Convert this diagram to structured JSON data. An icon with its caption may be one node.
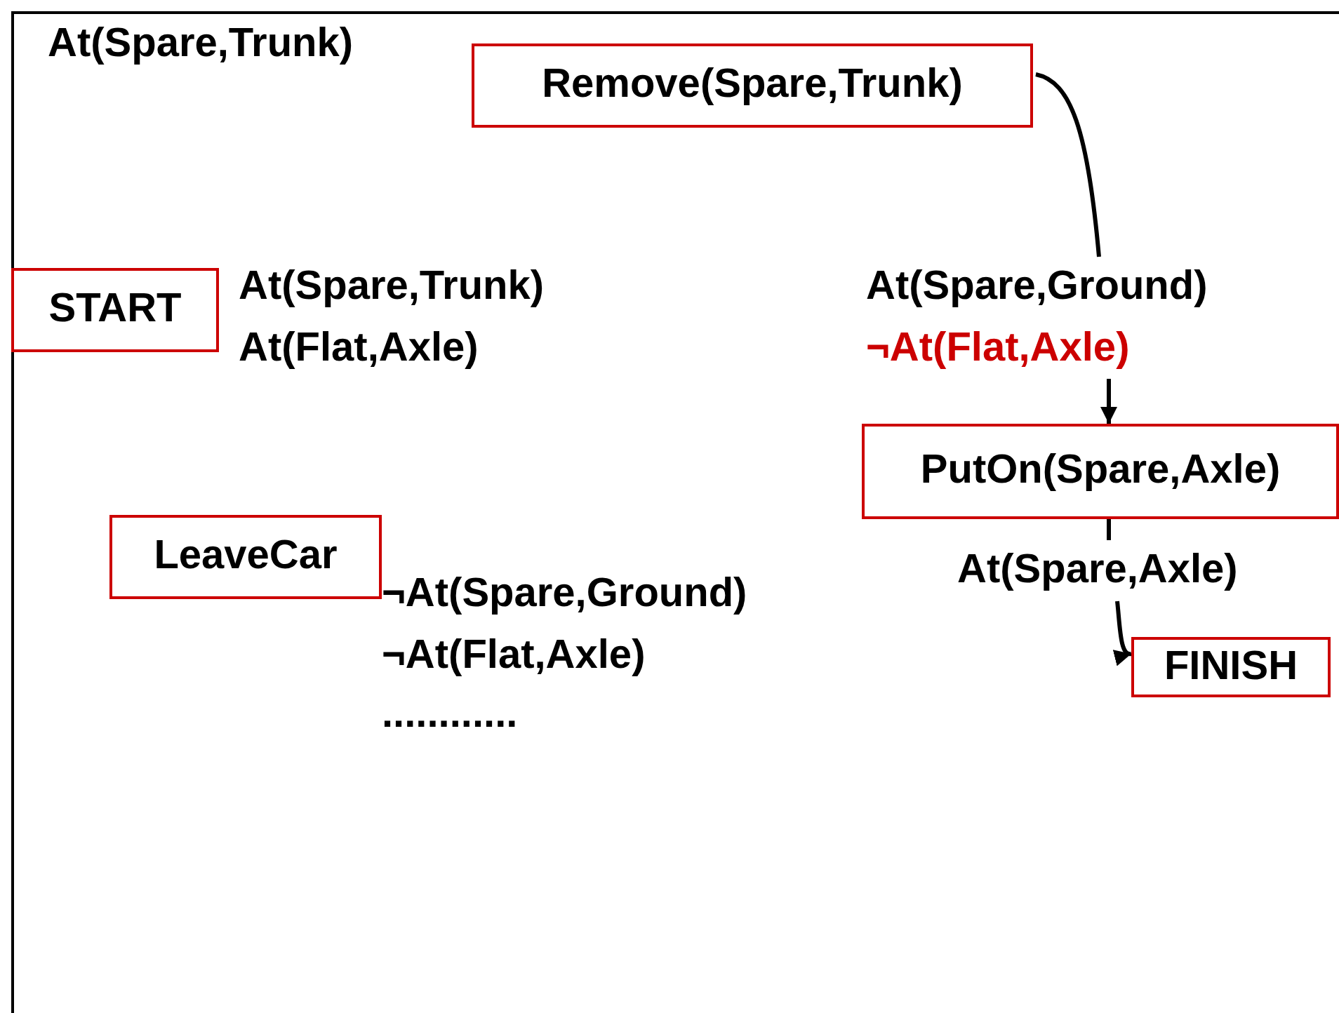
{
  "diagram": {
    "nodes": [
      {
        "text": [
          "Remove(Spare,Trunk)"
        ]
      },
      {
        "text": [
          "START"
        ]
      },
      {
        "text": [
          "At(Spare,Ground)",
          "¬At(Flat,Axle)"
        ]
      },
      {
        "text": [
          "PutOn(Spare,Axle)"
        ]
      },
      {
        "text": [
          "LeaveCar"
        ]
      },
      {
        "text": [
          "At(Spare,Axle)"
        ]
      },
      {
        "text": [
          "FINISH"
        ]
      }
    ],
    "edges": [
      {
        "from": 0,
        "to": 2,
        "arrow": "none"
      },
      {
        "from": 2,
        "to": 3,
        "arrow": "to"
      },
      {
        "from": 3,
        "to": 5,
        "arrow": "none"
      },
      {
        "from": 5,
        "to": 6,
        "arrow": "to"
      }
    ],
    "labels": [
      "At(Spare,Trunk)",
      "At(Spare,Trunk)",
      "At(Flat,Axle)",
      "¬At(Spare,Ground)",
      "¬At(Flat,Axle)",
      "............"
    ]
  }
}
